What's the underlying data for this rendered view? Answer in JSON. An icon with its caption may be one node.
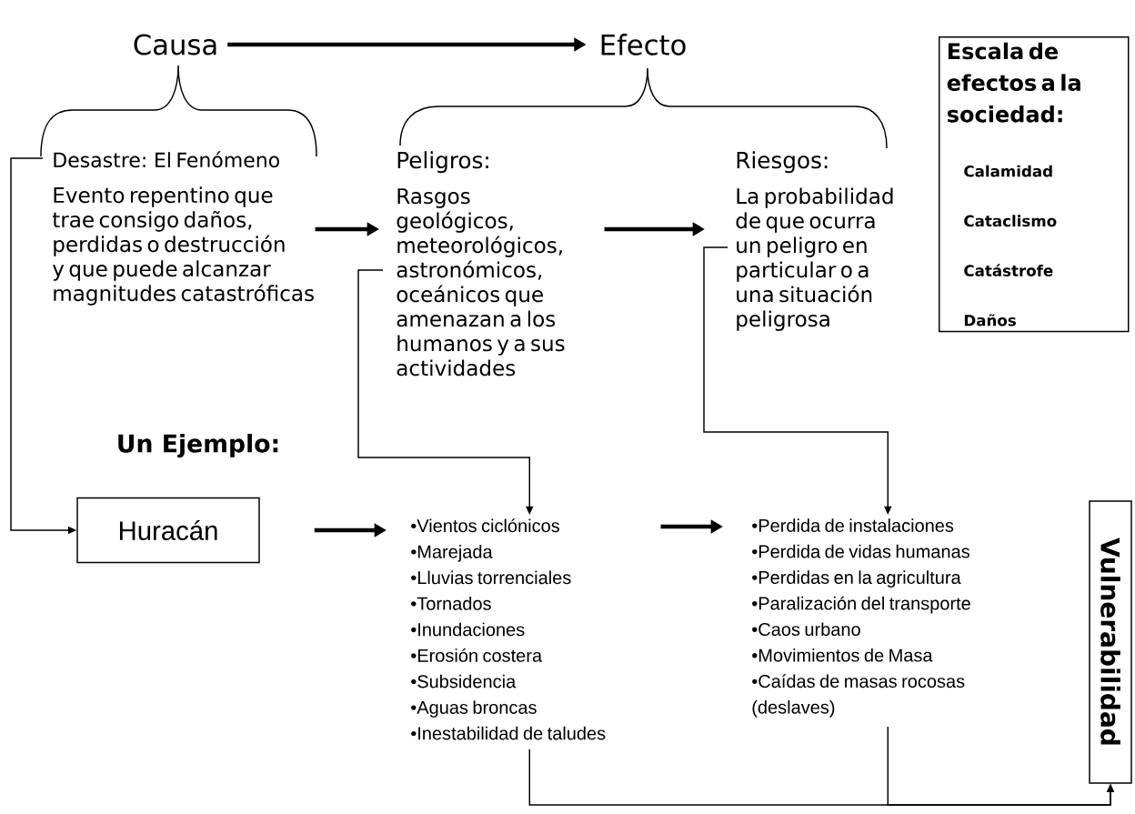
{
  "diagram": {
    "nodes": [
      {
        "text": [
          "Causa"
        ]
      },
      {
        "text": [
          "Efecto"
        ]
      },
      {
        "text": [
          "Desastre: El Fenómeno",
          "Evento repentino que trae consigo daños, perdidas o destrucción y que puede alcanzar magnitudes catastróficas"
        ]
      },
      {
        "text": [
          "Peligros:",
          "Rasgos geológicos, meteorológicos, astronómicos, oceánicos que amenazan a los humanos y a sus actividades"
        ]
      },
      {
        "text": [
          "Riesgos:",
          "La probabilidad de que ocurra un peligro en particular o a una situación peligrosa"
        ]
      },
      {
        "text": [
          "Escala de efectos a la sociedad:",
          "Calamidad",
          "Cataclismo",
          "Catástrofe",
          "Daños"
        ]
      },
      {
        "text": [
          "Huracán"
        ]
      },
      {
        "text": [
          "•Vientos ciclónicos",
          "•Marejada",
          "•Lluvias torrenciales",
          "•Tornados",
          "•Inundaciones",
          "•Erosión costera",
          "•Subsidencia",
          "•Aguas broncas",
          "•Inestabilidad de taludes"
        ]
      },
      {
        "text": [
          "•Perdida de instalaciones",
          "•Perdida de vidas humanas",
          "•Perdidas en la agricultura",
          "•Paralización del transporte",
          "•Caos urbano",
          "•Movimientos de Masa",
          "•Caídas de masas rocosas (deslaves)"
        ]
      },
      {
        "text": [
          "Vulnerabilidad"
        ]
      }
    ],
    "edges": [
      {
        "from": 0,
        "to": 1,
        "arrow": "to",
        "style": "thick"
      },
      {
        "from": 2,
        "to": 3,
        "arrow": "to",
        "style": "thick"
      },
      {
        "from": 3,
        "to": 4,
        "arrow": "to",
        "style": "thick"
      },
      {
        "from": 2,
        "to": 6,
        "arrow": "to"
      },
      {
        "from": 3,
        "to": 7,
        "arrow": "to"
      },
      {
        "from": 4,
        "to": 8,
        "arrow": "to"
      },
      {
        "from": 6,
        "to": 7,
        "arrow": "to",
        "style": "thick"
      },
      {
        "from": 7,
        "to": 8,
        "arrow": "to",
        "style": "thick"
      },
      {
        "from": 7,
        "to": 9,
        "arrow": "to"
      },
      {
        "from": 8,
        "to": 9,
        "arrow": "to"
      }
    ],
    "labels": [
      "Un Ejemplo:"
    ]
  }
}
